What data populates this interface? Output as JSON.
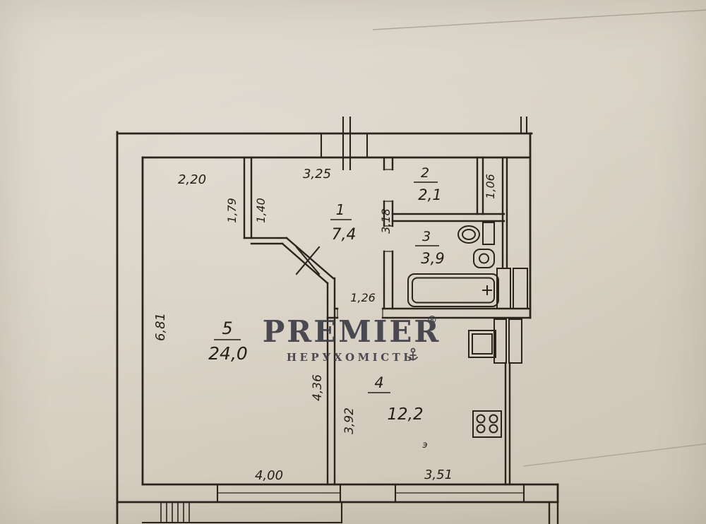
{
  "watermark": {
    "brand": "PREMIER",
    "registered": "®",
    "subtitle": "НЕРУХОМІСТЬ"
  },
  "rooms": {
    "r1": {
      "number": "1",
      "area": "7,4"
    },
    "r2": {
      "number": "2",
      "area": "2,1"
    },
    "r3": {
      "number": "3",
      "area": "3,9"
    },
    "r4": {
      "number": "4",
      "area": "12,2"
    },
    "r5": {
      "number": "5",
      "area": "24,0"
    }
  },
  "dimensions": {
    "top_left_width": "2,20",
    "hall_top_width": "3,25",
    "shaft_width": "1,06",
    "closet_left": "1,79",
    "closet_right": "1,40",
    "hall_right": "3,18",
    "kitchen_door": "1,26",
    "left_height": "6,81",
    "room5_height": "4,36",
    "kitchen_height": "3,92",
    "room5_window": "4,00",
    "kitchen_window": "3,51"
  },
  "marks": {
    "kitchen_note": "э"
  }
}
